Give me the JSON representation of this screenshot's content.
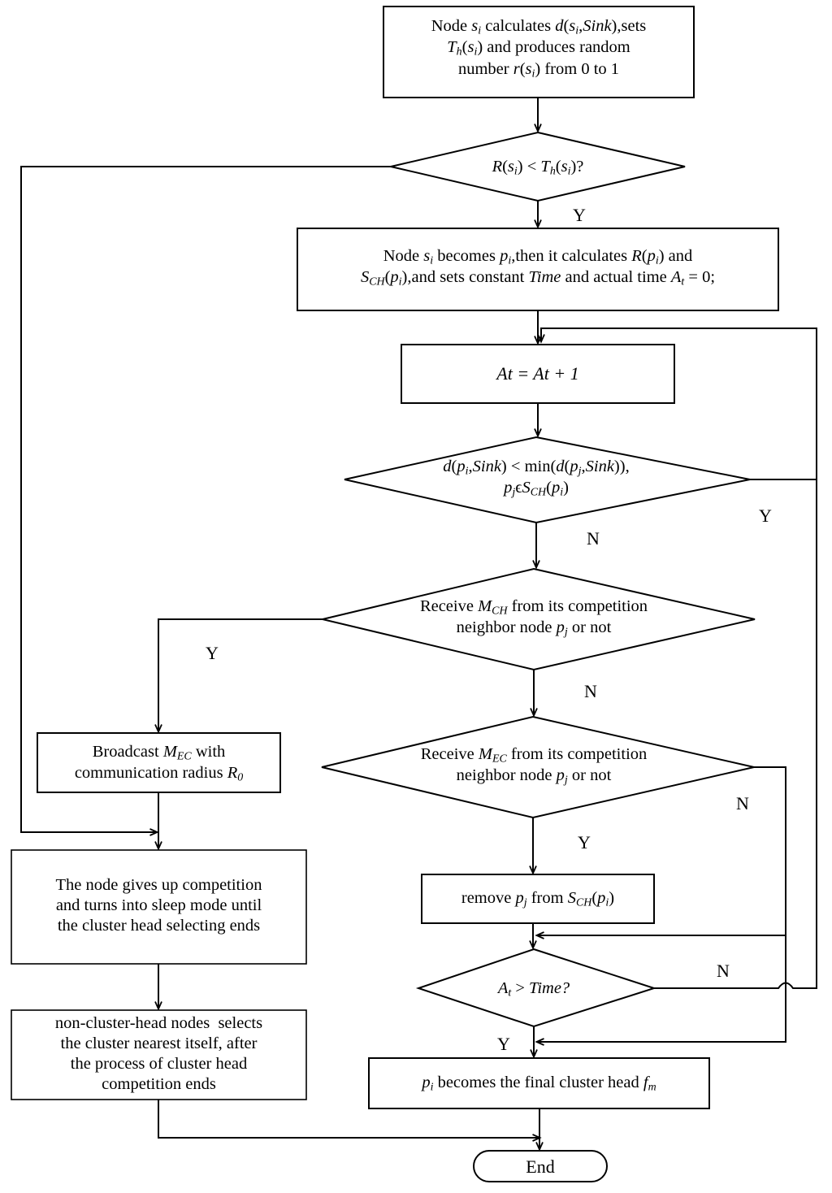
{
  "diagram": {
    "title": "Cluster head competition flowchart",
    "background": "#ffffff",
    "line_color": "#000000"
  },
  "nodes": {
    "start_process": {
      "type": "process",
      "line1_a": "Node ",
      "line1_var": "s",
      "line1_sub": "i",
      "text": "Node si calculates d(si,Sink),sets Th(si) and produces random number r(si) from 0 to 1"
    },
    "decision_threshold": {
      "type": "decision",
      "text": "R(si) < Th(si)?"
    },
    "become_pi": {
      "type": "process",
      "text": "Node si becomes pi,then it calculates R(pi) and SCH(pi),and sets constant Time and actual time At = 0;"
    },
    "increment_at": {
      "type": "process",
      "text": "At = At + 1"
    },
    "decision_dist": {
      "type": "decision",
      "text": "d(pi,Sink) < min(d(pj,Sink)), pjϵSCH(pi)"
    },
    "decision_mch": {
      "type": "decision",
      "text": "Receive MCH from its competition neighbor node pj or not"
    },
    "decision_mec": {
      "type": "decision",
      "text": "Receive MEC from its competition neighbor node pj or not"
    },
    "broadcast_mec": {
      "type": "process",
      "text": "Broadcast MEC with communication radius R0"
    },
    "give_up": {
      "type": "process",
      "text": "The node gives up competition and turns into sleep mode until the cluster head selecting ends"
    },
    "non_cluster_head": {
      "type": "process",
      "text": "non-cluster-head nodes  selects the cluster nearest itself, after the process of cluster head competition ends"
    },
    "remove_pj": {
      "type": "process",
      "text": "remove pj from SCH(pi)"
    },
    "decision_time": {
      "type": "decision",
      "text": "At > Time?"
    },
    "final_head": {
      "type": "process",
      "text": "pi becomes the final cluster head fm"
    },
    "end": {
      "type": "terminator",
      "text": "End"
    }
  },
  "branch_labels": {
    "threshold_yes": "Y",
    "dist_yes": "Y",
    "dist_no": "N",
    "mch_yes": "Y",
    "mch_no": "N",
    "mec_yes": "Y",
    "mec_no": "N",
    "time_no": "N",
    "time_yes": "Y"
  }
}
